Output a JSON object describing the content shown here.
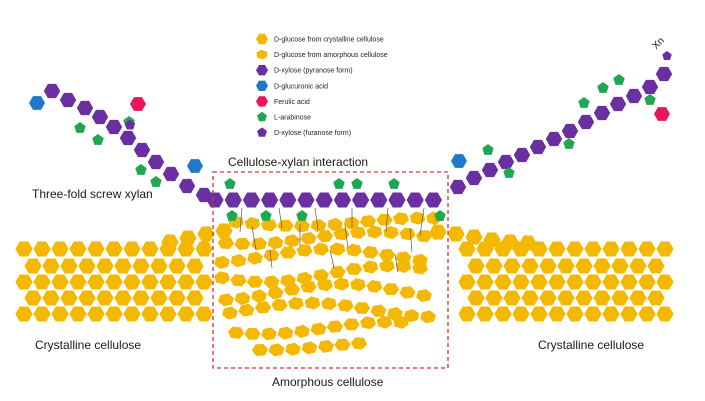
{
  "legend": [
    {
      "shape": "hexagon",
      "color": "#F5B800",
      "label": "D-glucose from crystalline cellulose"
    },
    {
      "shape": "hexagon-tilted",
      "color": "#F5B800",
      "label": "D-glucose from amorphous cellulose"
    },
    {
      "shape": "hexagon",
      "color": "#6A2FA0",
      "label": "D-xylose (pyranose form)"
    },
    {
      "shape": "hexagon",
      "color": "#1F78C8",
      "label": "D-glucuronic acid"
    },
    {
      "shape": "hexagon",
      "color": "#E8175D",
      "label": "Ferulic acid"
    },
    {
      "shape": "pentagon",
      "color": "#1FA84F",
      "label": "L-arabinose"
    },
    {
      "shape": "pentagon",
      "color": "#6A2FA0",
      "label": "D-xylose (furanose form)"
    }
  ],
  "labels": {
    "three_fold": "Three-fold screw xylan",
    "interaction": "Cellulose-xylan interaction",
    "crystalline_left": "Crystalline cellulose",
    "crystalline_right": "Crystalline cellulose",
    "amorphous": "Amorphous cellulose",
    "xn": "Xn"
  },
  "colors": {
    "glucose": "#F5B800",
    "glucose_edge": "#E0A000",
    "xylose": "#6A2FA0",
    "glucuronic": "#1F78C8",
    "ferulic": "#E8175D",
    "arabinose": "#1FA84F",
    "box": "#D93030"
  }
}
